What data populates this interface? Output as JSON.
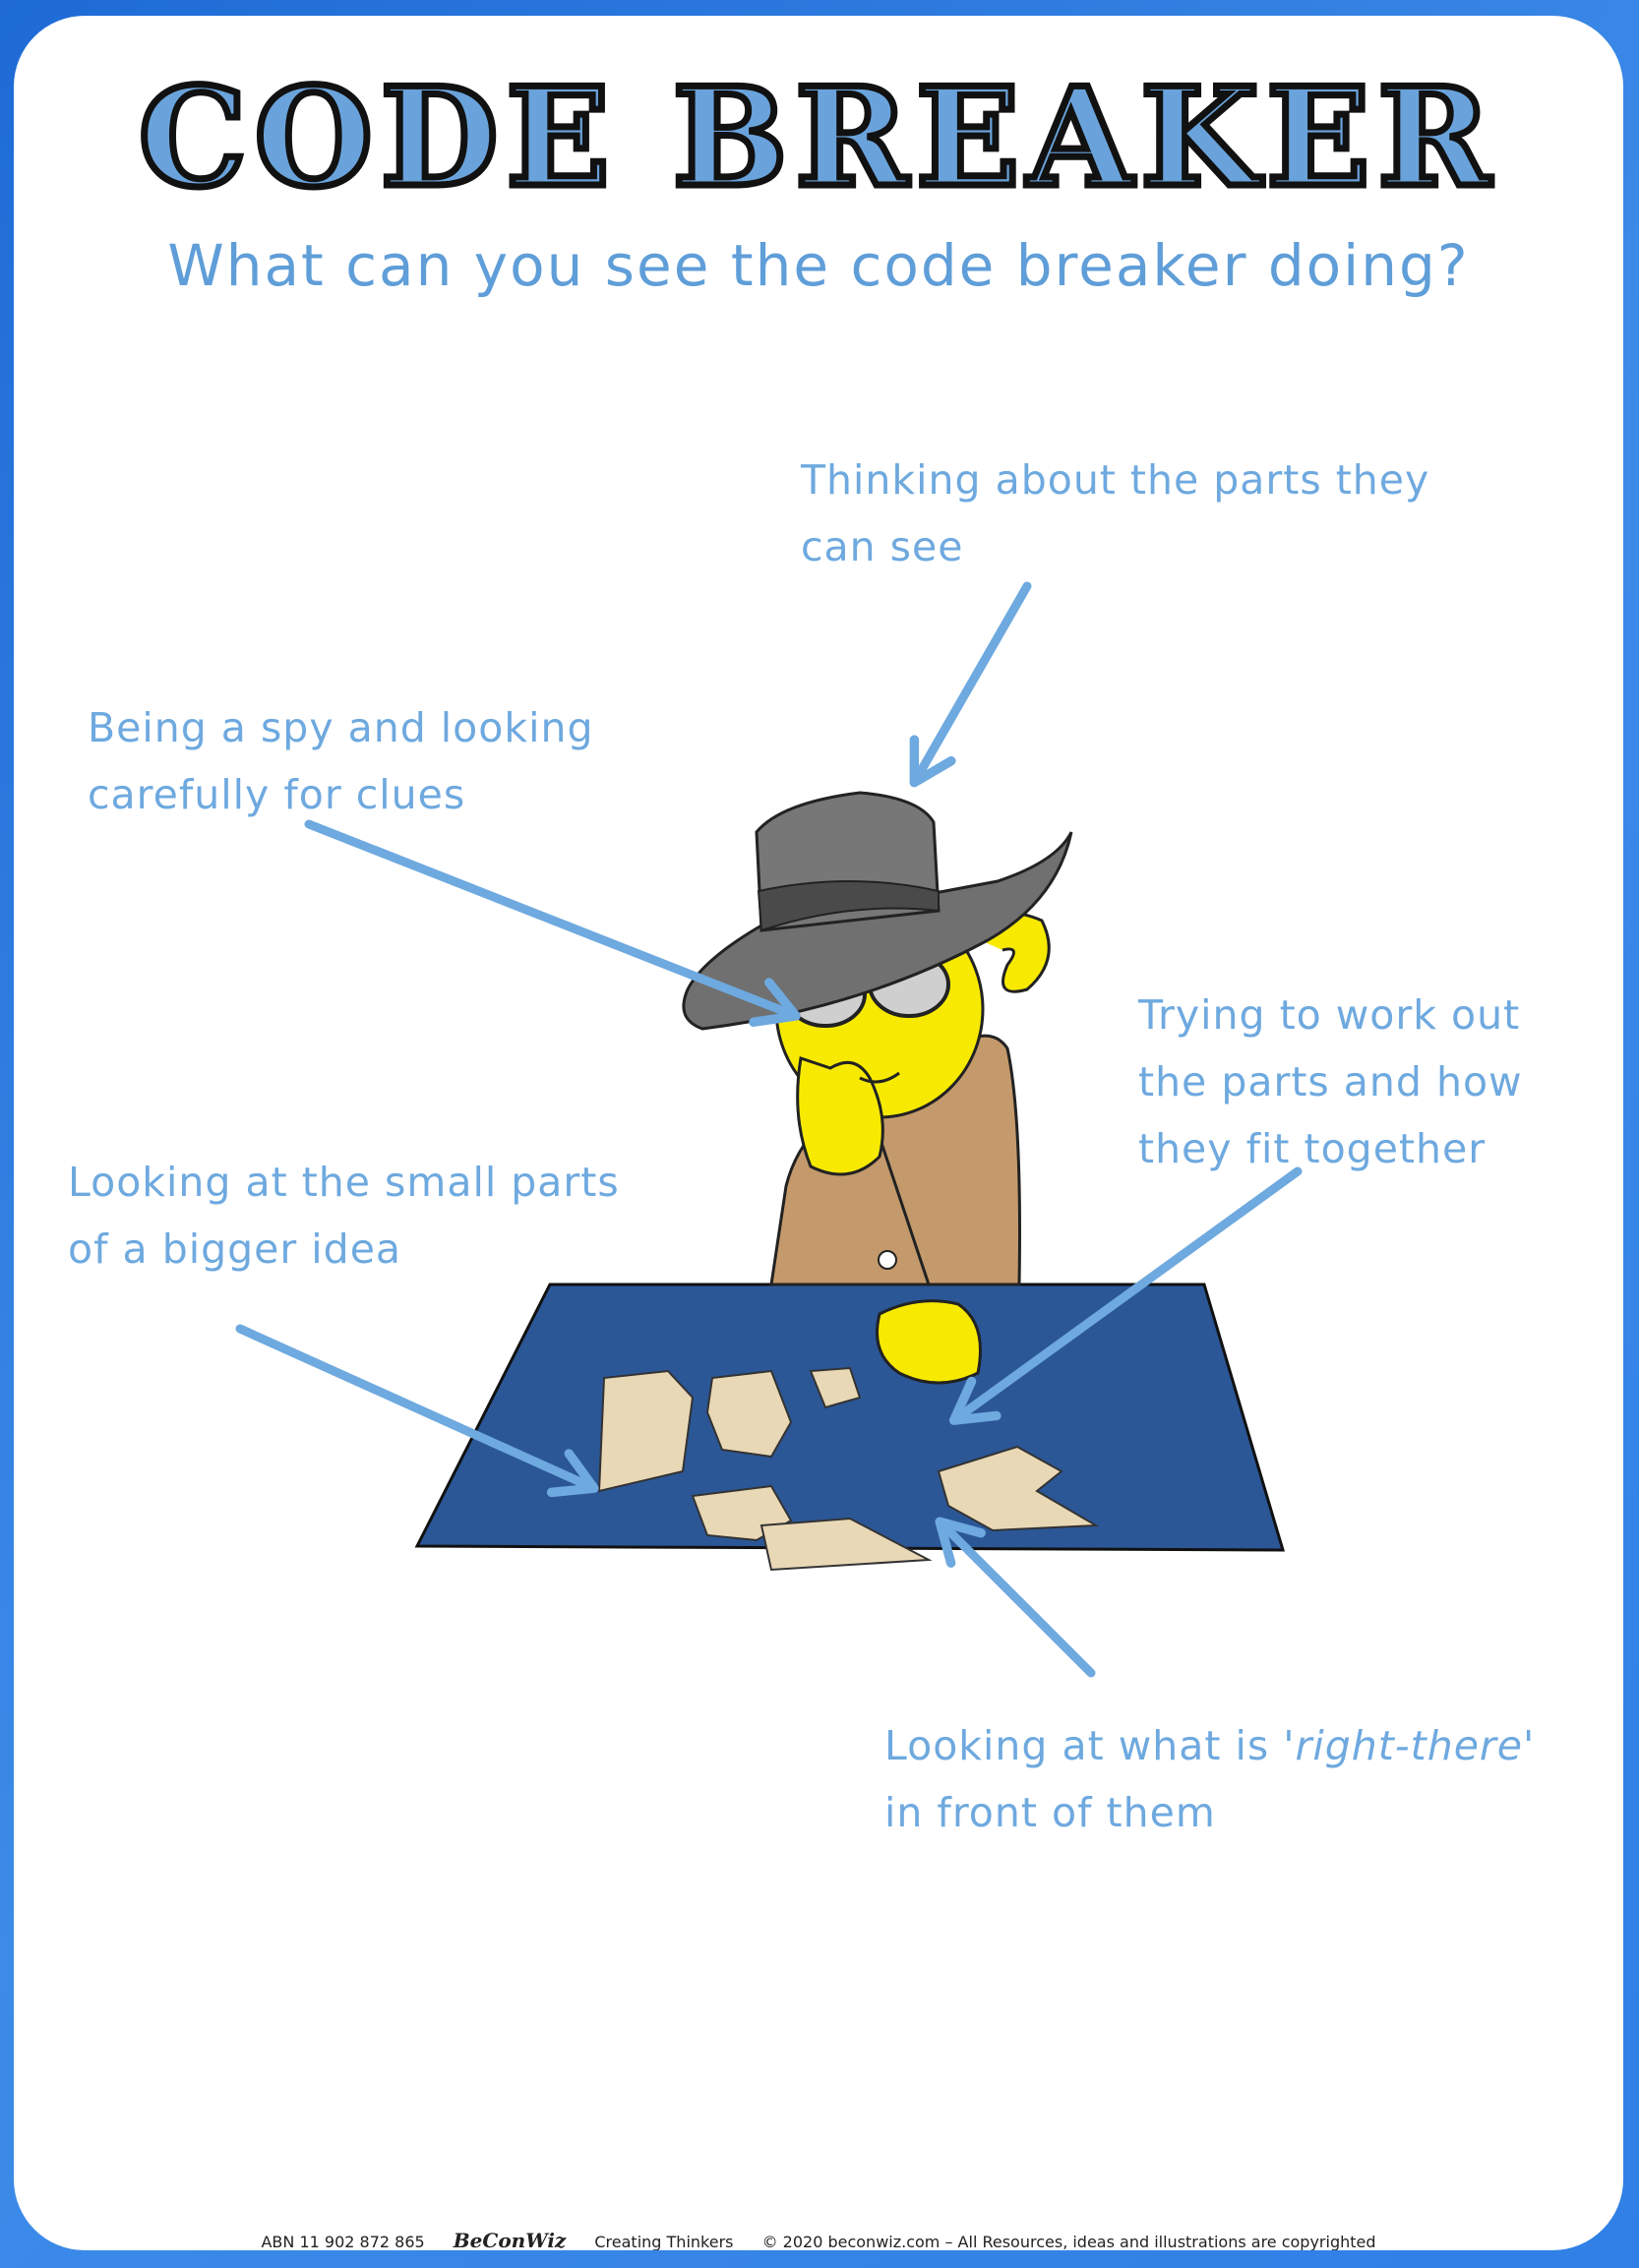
{
  "title": "CODE BREAKER",
  "subtitle": "What can you see the code breaker doing?",
  "labels": {
    "thinking": {
      "line1": "Thinking about the parts they",
      "line2": "can see"
    },
    "spy": {
      "line1": "Being a spy and looking",
      "line2": "carefully for clues"
    },
    "trying": {
      "line1": "Trying to work out",
      "line2": "the parts and how",
      "line3": "they fit together"
    },
    "small_parts": {
      "line1": "Looking at the small parts",
      "line2": "of a bigger idea"
    },
    "right_there": {
      "line1_pre": "Looking at what is ",
      "line1_em": "'right-there'",
      "line2": "in front of them"
    }
  },
  "footer": {
    "abn": "ABN 11 902 872 865",
    "brand": "BeConWiz",
    "tagline": "Creating Thinkers",
    "copyright": "© 2020 beconwiz.com – All Resources, ideas and illustrations are copyrighted"
  },
  "colors": {
    "accent": "#6ea9df",
    "table": "#2b5797",
    "hat": "#707070",
    "coat": "#c49a6c",
    "face": "#f7ea00"
  }
}
